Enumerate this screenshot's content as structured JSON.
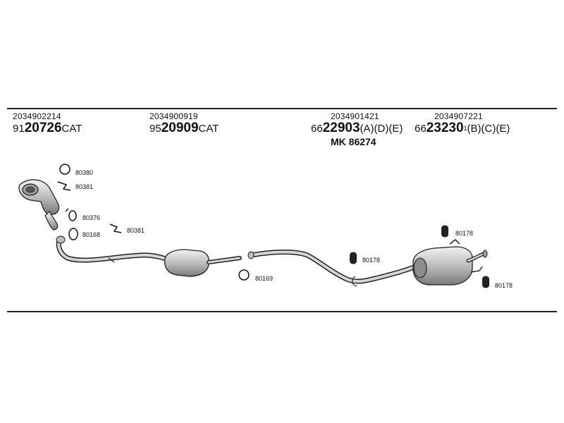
{
  "groups": [
    {
      "ref": "2034902214",
      "prefix": "91",
      "code": "20726",
      "sup": "",
      "suffix": "CAT"
    },
    {
      "ref": "2034900919",
      "prefix": "95",
      "code": "20909",
      "sup": "",
      "suffix": "CAT"
    },
    {
      "ref": "2034901421",
      "prefix": "66",
      "code": "22903",
      "sup": "",
      "suffix": "(A)(D)(E)",
      "mk": "MK  86274"
    },
    {
      "ref": "2034907221",
      "prefix": "66",
      "code": "23230",
      "sup": "1",
      "suffix": "(B)(C)(E)"
    }
  ],
  "labels": {
    "p80380": "80380",
    "p80381a": "80381",
    "p80376": "80376",
    "p80168": "80168",
    "p80381b": "80381",
    "p80169": "80169",
    "p80178a": "80178",
    "p80178b": "80178",
    "p80178c": "80178"
  }
}
